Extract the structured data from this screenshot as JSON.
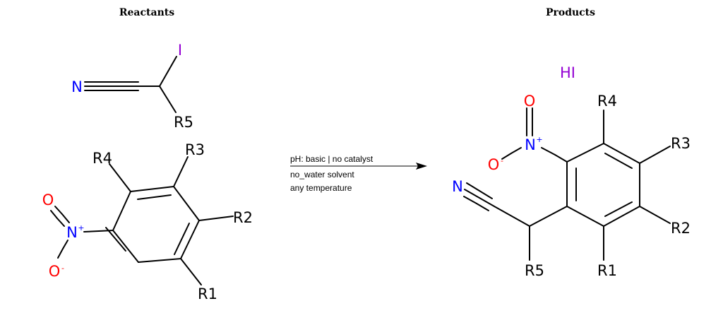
{
  "headers": {
    "reactants": "Reactants",
    "products": "Products"
  },
  "colors": {
    "bond": "#000000",
    "nitrogen": "#0000ff",
    "oxygen": "#ff0000",
    "iodine": "#9400d3"
  },
  "atoms": {
    "iodine": "I",
    "nitrogen": "N",
    "oxygen": "O",
    "charge_plus": "+",
    "charge_minus": "-",
    "hydrogen_iodide": "HI",
    "r1": "R1",
    "r2": "R2",
    "r3": "R3",
    "r4": "R4",
    "r5": "R5"
  },
  "conditions": {
    "line1": "pH: basic | no catalyst",
    "line2": "no_water solvent",
    "line3": "any temperature"
  }
}
